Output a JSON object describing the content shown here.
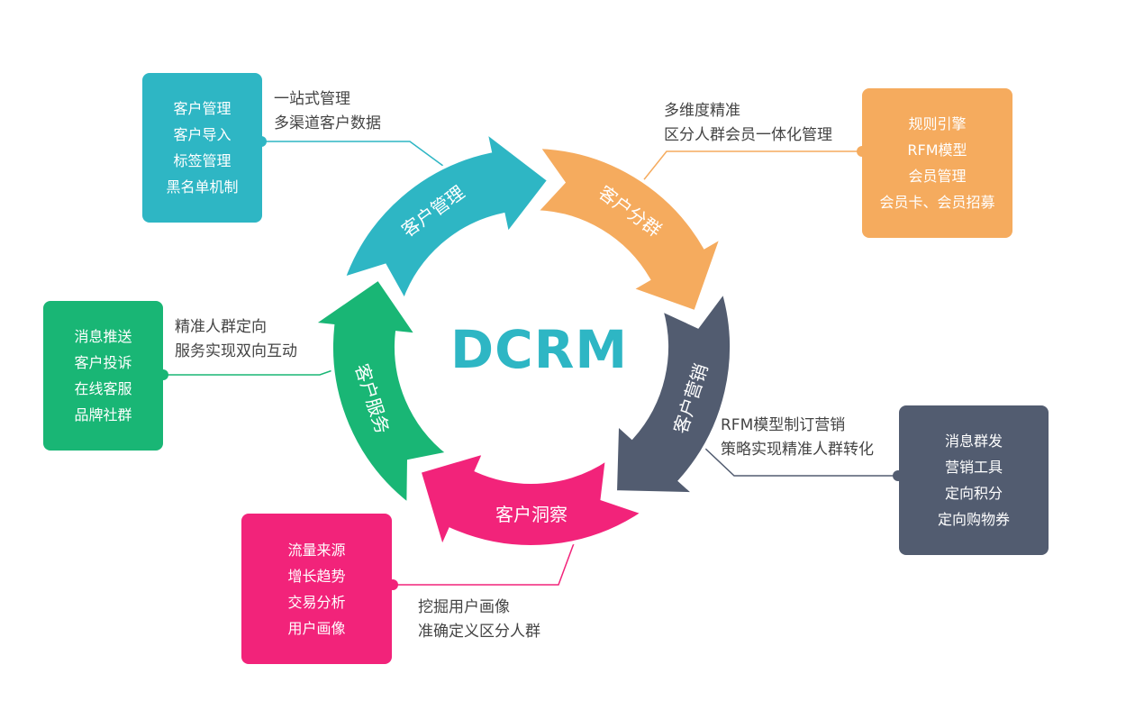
{
  "title": {
    "text": "DCRM",
    "color": "#2eb6c4"
  },
  "stages": [
    {
      "id": "management",
      "label": "客户管理",
      "color": "#2eb6c4",
      "items": [
        "客户管理",
        "客户导入",
        "标签管理",
        "黑名单机制"
      ],
      "description": [
        "一站式管理",
        "多渠道客户数据"
      ]
    },
    {
      "id": "segmentation",
      "label": "客户分群",
      "color": "#f5ab5e",
      "items": [
        "规则引擎",
        "RFM模型",
        "会员管理",
        "会员卡、会员招募"
      ],
      "description": [
        "多维度精准",
        "区分人群会员一体化管理"
      ]
    },
    {
      "id": "marketing",
      "label": "客户营销",
      "color": "#525c70",
      "items": [
        "消息群发",
        "营销工具",
        "定向积分",
        "定向购物券"
      ],
      "description": [
        "RFM模型制订营销",
        "策略实现精准人群转化"
      ]
    },
    {
      "id": "insight",
      "label": "客户洞察",
      "color": "#f2237a",
      "items": [
        "流量来源",
        "增长趋势",
        "交易分析",
        "用户画像"
      ],
      "description": [
        "挖掘用户画像",
        "准确定义区分人群"
      ]
    },
    {
      "id": "service",
      "label": "客户服务",
      "color": "#19b675",
      "items": [
        "消息推送",
        "客户投诉",
        "在线客服",
        "品牌社群"
      ],
      "description": [
        "精准人群定向",
        "服务实现双向互动"
      ]
    }
  ]
}
